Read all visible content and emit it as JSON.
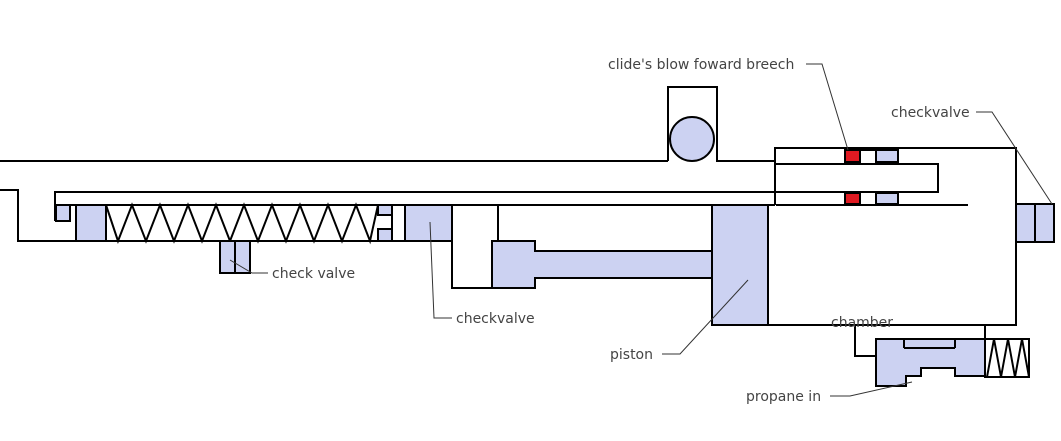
{
  "labels": {
    "breech": "clide's blow foward breech",
    "checkvalve_right": "checkvalve",
    "check_valve_left": "check valve",
    "checkvalve_mid": "checkvalve",
    "piston": "piston",
    "chamber": "chamber",
    "propane_in": "propane in"
  },
  "colors": {
    "part_fill": "#ccd2f2",
    "seal_red": "#e01a22",
    "line": "#000000",
    "label_text": "#444444"
  }
}
